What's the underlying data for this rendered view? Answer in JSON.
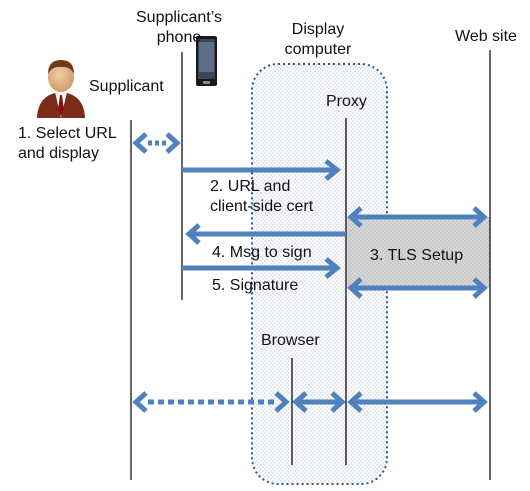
{
  "participants": {
    "supplicant_phone": "Supplicant’s\nphone",
    "supplicant": "Supplicant",
    "display_computer": "Display\ncomputer",
    "proxy": "Proxy",
    "web_site": "Web site",
    "browser": "Browser"
  },
  "steps": {
    "step1": "1. Select URL\nand display",
    "step2": "2. URL and\nclient-side cert",
    "step3": "3. TLS Setup",
    "step4": "4. Msg to sign",
    "step5": "5. Signature"
  },
  "colors": {
    "arrow": "#4f81bd",
    "lifeline": "#000000",
    "display_box_border": "#2f5597",
    "tls_box_fill": "#d0d0d0",
    "text": "#111111"
  },
  "icons": {
    "supplicant": "person-icon",
    "phone": "mobile-phone-icon"
  }
}
